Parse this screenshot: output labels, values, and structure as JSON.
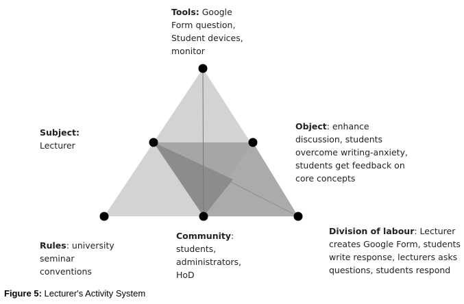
{
  "nodes": {
    "tools": {
      "heading": "Tools:",
      "text": " Google\nForm question,\nStudent devices,\nmonitor"
    },
    "subject": {
      "heading": "Subject:",
      "text": "\nLecturer"
    },
    "object": {
      "heading": "Object",
      "text": ": enhance\ndiscussion, students\novercome writing-anxiety,\nstudents get feedback on\ncore concepts"
    },
    "rules": {
      "heading": "Rules",
      "text": ": university\nseminar\nconventions"
    },
    "community": {
      "heading": "Community",
      "text": ":\nstudents,\nadministrators,\nHoD"
    },
    "division": {
      "heading": "Division of labour",
      "text": ": Lecturer\ncreates Google Form, students\nwrite response, lecturers asks\nquestions, students respond"
    }
  },
  "caption": {
    "prefix": "Figure 5:",
    "text": " Lecturer's Activity System"
  },
  "colors": {
    "outer_triangle": "#d3d3d3",
    "inner_triangle": "#a6a6a6",
    "overlap_triangle": "#8c8c8c",
    "division_wedge": "#ababab",
    "node": "#000000",
    "edge": "#777777"
  }
}
